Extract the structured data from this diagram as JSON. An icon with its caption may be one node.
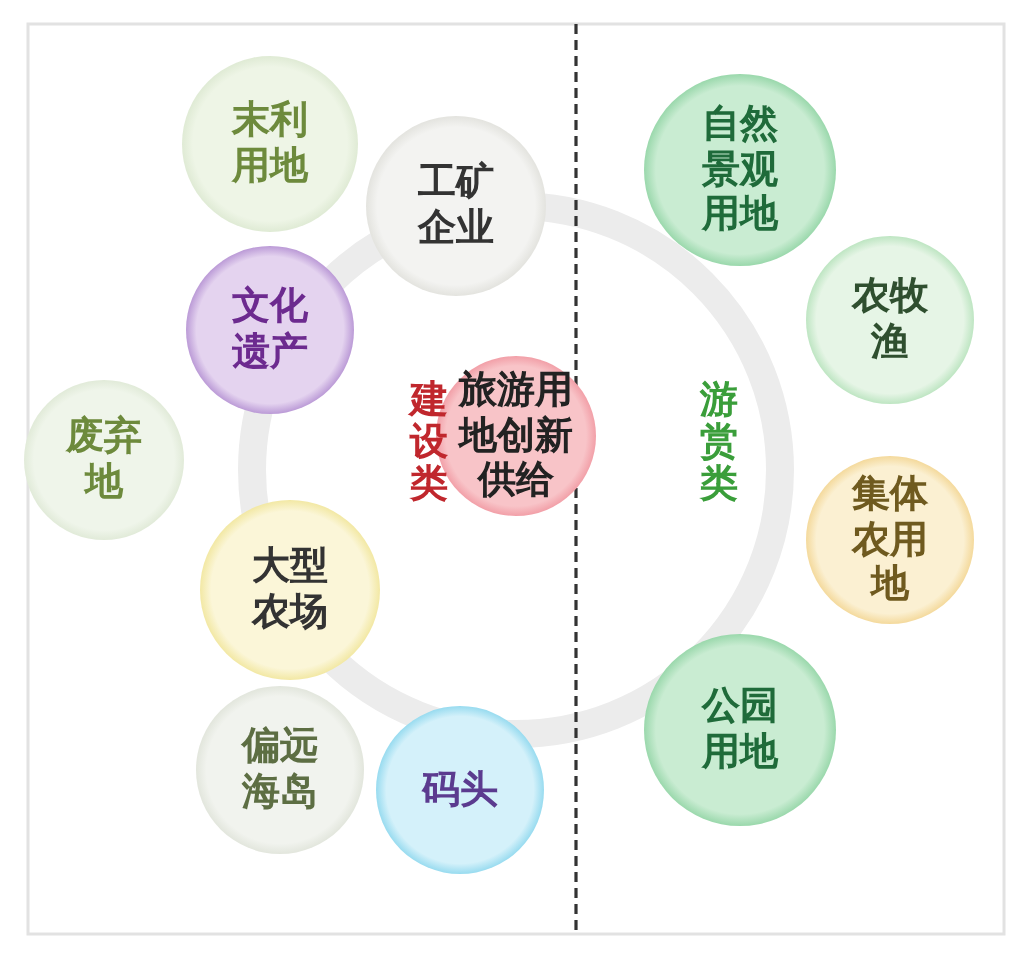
{
  "diagram": {
    "nodes": [
      {
        "text": [
          "末利用地"
        ]
      },
      {
        "text": [
          "工矿企业"
        ]
      },
      {
        "text": [
          "自然景观用地"
        ]
      },
      {
        "text": [
          "农牧渔"
        ]
      },
      {
        "text": [
          "文化遗产"
        ]
      },
      {
        "text": [
          "废弃地"
        ]
      },
      {
        "text": [
          "旅游用地创新供给"
        ]
      },
      {
        "text": [
          "集体农用地"
        ]
      },
      {
        "text": [
          "大型农场"
        ]
      },
      {
        "text": [
          "公园用地"
        ]
      },
      {
        "text": [
          "偏远海岛"
        ]
      },
      {
        "text": [
          "码头"
        ]
      }
    ],
    "labels": [
      "建设类",
      "游赏类"
    ]
  }
}
